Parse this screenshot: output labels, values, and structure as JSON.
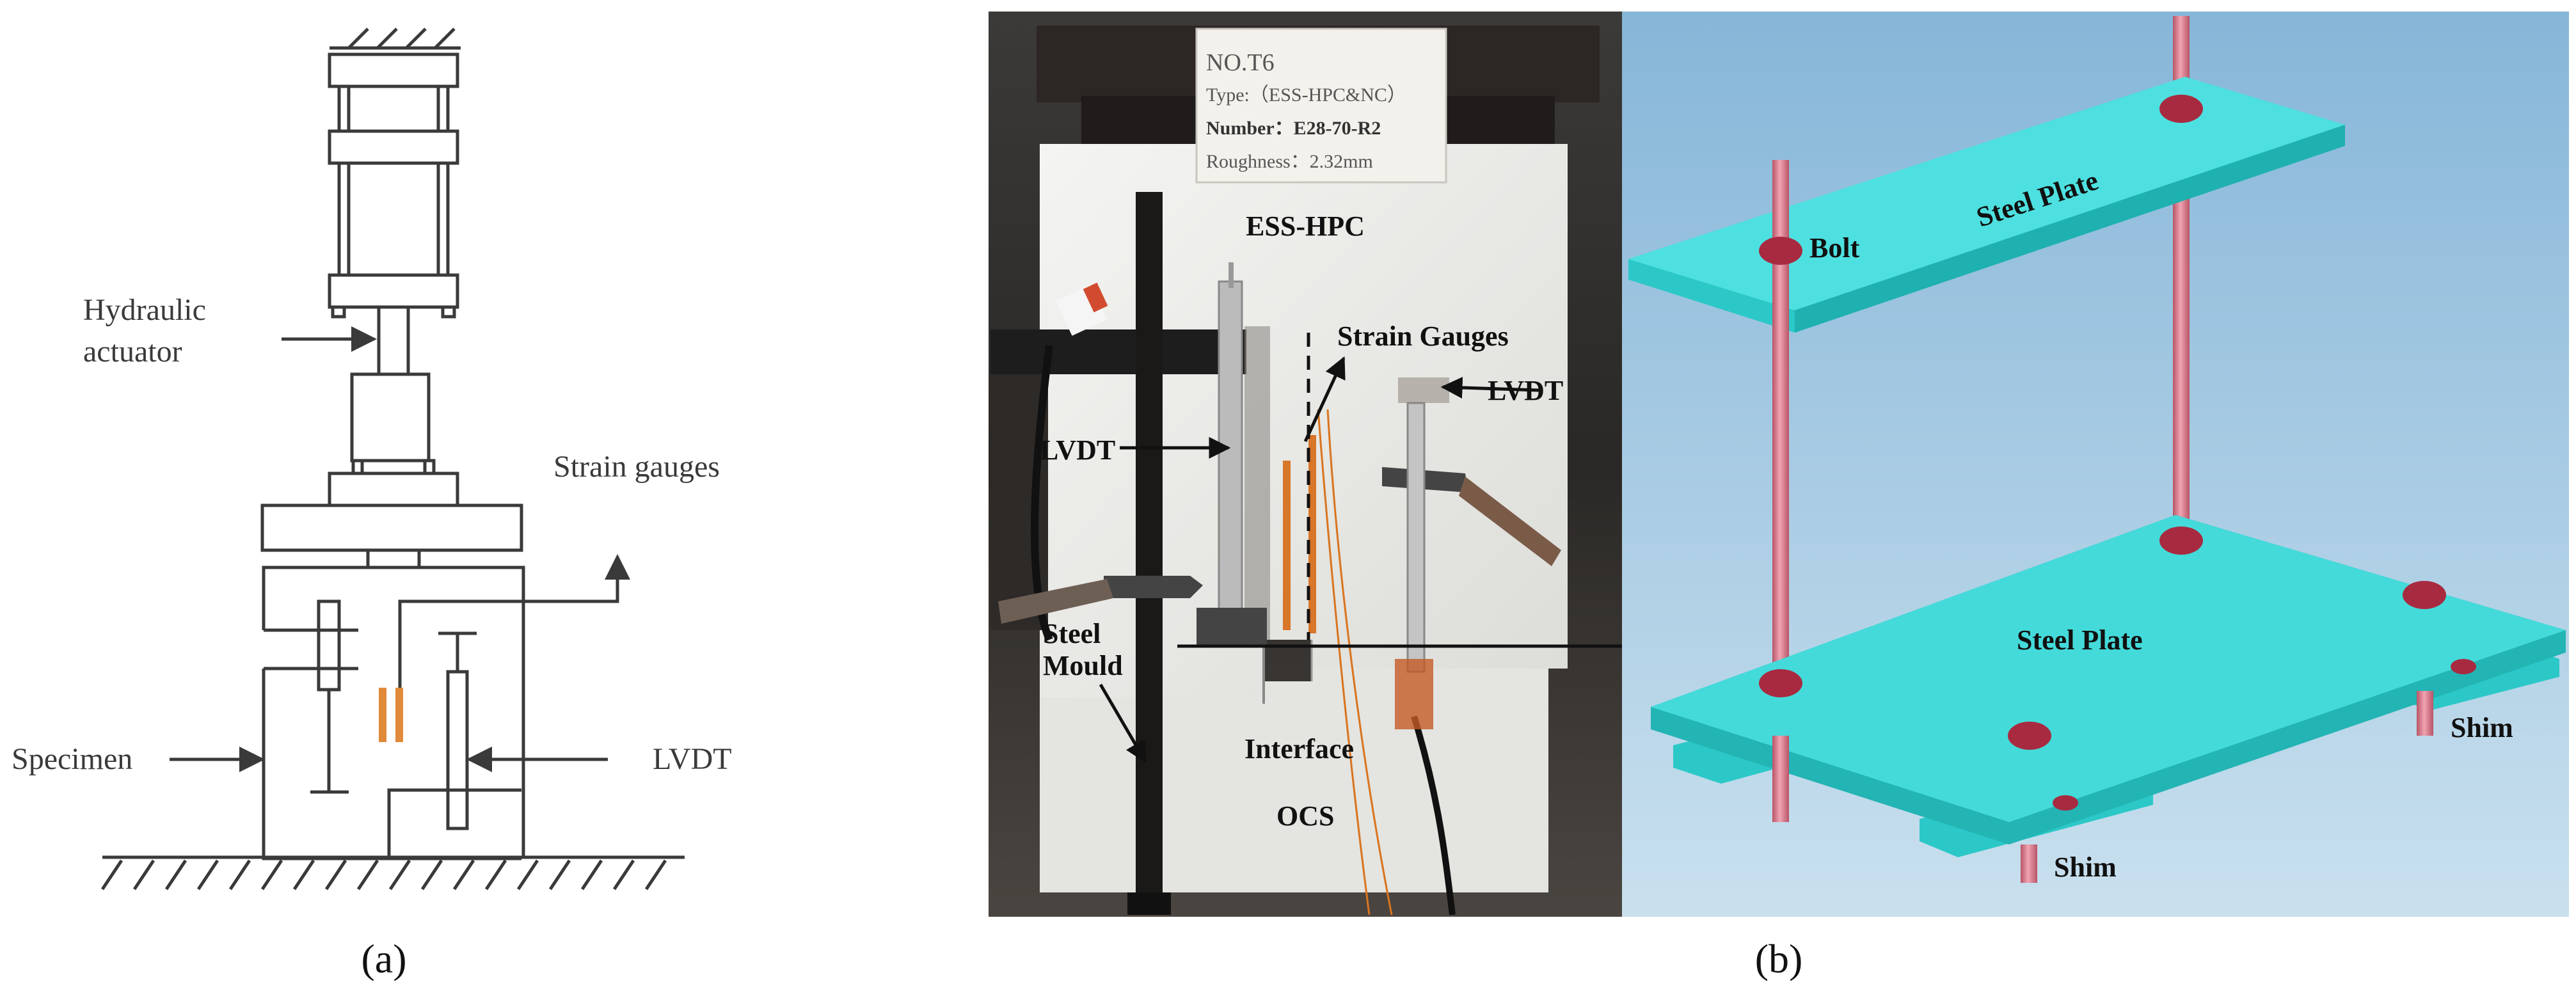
{
  "panel_a": {
    "labels": {
      "hydraulic_line1": "Hydraulic",
      "hydraulic_line2": "actuator",
      "strain_gauges": "Strain gauges",
      "specimen": "Specimen",
      "lvdt": "LVDT"
    },
    "caption": "(a)"
  },
  "panel_b": {
    "photo": {
      "tag": {
        "line1": "NO.T6",
        "line2": "Type:（ESS-HPC&NC）",
        "line3": "Number：E28-70-R2",
        "line4": "Roughness：2.32mm"
      },
      "ess_hpc": "ESS-HPC",
      "strain_gauges": "Strain Gauges",
      "lvdt_right": "LVDT",
      "lvdt_left": "LVDT",
      "steel_line1": "Steel",
      "steel_line2": "Mould",
      "interface": "Interface",
      "ocs": "OCS"
    },
    "render": {
      "bolt": "Bolt",
      "top_plate": "Steel Plate",
      "bottom_plate": "Steel Plate",
      "shim_right": "Shim",
      "shim_bottom": "Shim"
    },
    "caption": "(b)"
  },
  "colors": {
    "line": "#3a3a3a",
    "gauge": "#e08a3a",
    "plate": "#33d1d1",
    "bolt": "#d87a8c",
    "nut": "#a82a40",
    "sky_top": "#8ab9d9",
    "sky_bottom": "#c4dcec"
  }
}
